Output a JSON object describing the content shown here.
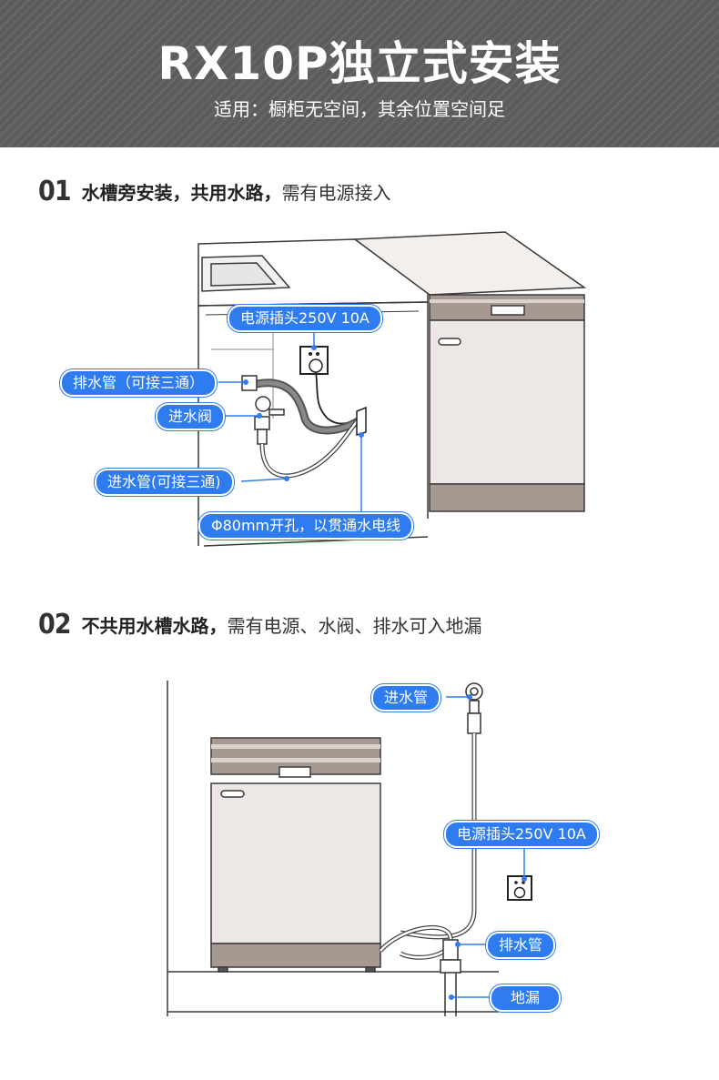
{
  "header": {
    "title": "RX10P独立式安装",
    "subtitle": "适用：橱柜无空间，其余位置空间足"
  },
  "step1": {
    "num": "01",
    "bold": "水槽旁安装，共用水路，",
    "text": "需有电源接入",
    "labels": {
      "power": "电源插头250V 10A",
      "drain": "排水管（可接三通）",
      "valve": "进水阀",
      "inlet": "进水管(可接三通)",
      "hole": "Φ80mm开孔，以贯通水电线"
    }
  },
  "step2": {
    "num": "02",
    "bold": "不共用水槽水路，",
    "text": "需有电源、水阀、排水可入地漏",
    "labels": {
      "inlet": "进水管",
      "power": "电源插头250V 10A",
      "drain": "排水管",
      "floor_drain": "地漏"
    }
  },
  "colors": {
    "accent": "#2f7bf0",
    "header_bg": "#5c5c5c",
    "appliance_band": "#a79891",
    "appliance_body": "#ede7e5"
  }
}
